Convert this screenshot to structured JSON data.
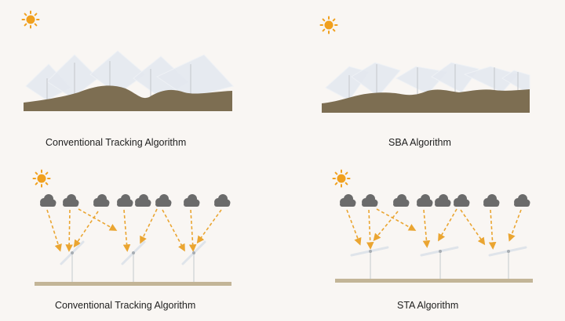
{
  "captions": {
    "top_left": "Conventional Tracking Algorithm",
    "top_right": "SBA Algorithm",
    "bottom_left": "Conventional Tracking Algorithm",
    "bottom_right": "STA Algorithm"
  },
  "colors": {
    "background": "#f9f6f3",
    "sun": "#f0a01e",
    "soil": "#7d6e52",
    "ground_line": "#c3b597",
    "cloud": "#6b6b6b",
    "arrow": "#eaa531",
    "panel": "#dfe4ea",
    "pole": "#d7dadc"
  },
  "icons": {
    "sun": "sun-icon",
    "cloud": "cloud-icon"
  }
}
